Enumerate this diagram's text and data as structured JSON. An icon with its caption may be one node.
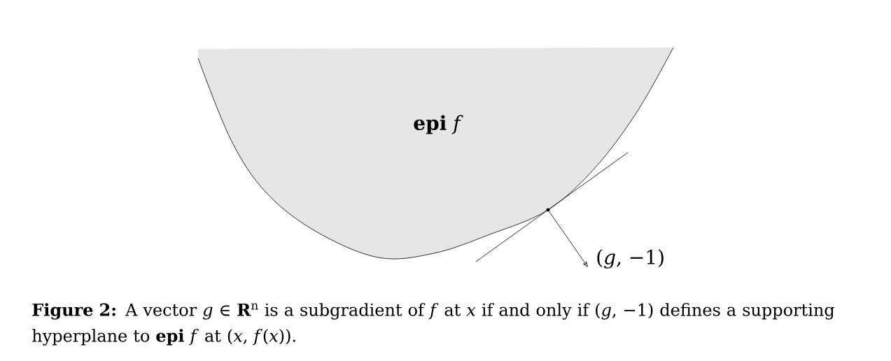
{
  "diagram": {
    "caption": "**Figure 2:** A vector *g* ∈ **R**$^{n}$ is a subgradient of *f* at *x* if and only if (*g*, −1) defines a supporting hyperplane to **epi** *f* at (*x*, *f*(*x*)).",
    "nodes": [
      {
        "text": [
          "**epi** *f*"
        ]
      },
      {
        "text": [],
        "shape": "circle"
      },
      {
        "text": [
          "(*g*, −1)"
        ]
      }
    ],
    "edges": [
      {
        "from": 1,
        "to": 2,
        "arrow": "to"
      }
    ]
  }
}
